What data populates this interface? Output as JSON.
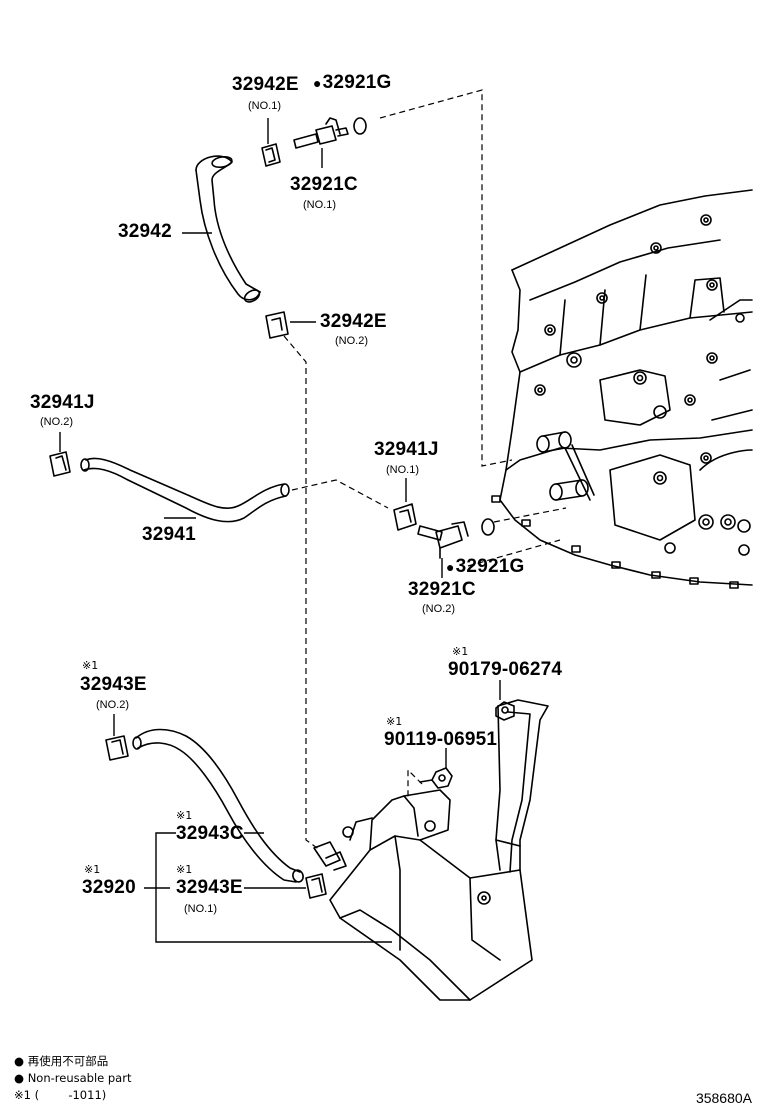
{
  "parts": {
    "p32942E_no1": {
      "code": "32942E",
      "sub": "(NO.1)"
    },
    "p32921G_top": {
      "code": "32921G",
      "nonreusable": true
    },
    "p32921C_no1": {
      "code": "32921C",
      "sub": "(NO.1)"
    },
    "p32942": {
      "code": "32942"
    },
    "p32942E_no2": {
      "code": "32942E",
      "sub": "(NO.2)"
    },
    "p32941J_no2": {
      "code": "32941J",
      "sub": "(NO.2)"
    },
    "p32941": {
      "code": "32941"
    },
    "p32941J_no1": {
      "code": "32941J",
      "sub": "(NO.1)"
    },
    "p32921G_bottom": {
      "code": "32921G",
      "nonreusable": true
    },
    "p32921C_no2": {
      "code": "32921C",
      "sub": "(NO.2)"
    },
    "p32943E_no2": {
      "code": "32943E",
      "sub": "(NO.2)",
      "mark": "※1"
    },
    "p90179": {
      "code": "90179-06274",
      "mark": "※1"
    },
    "p90119": {
      "code": "90119-06951",
      "mark": "※1"
    },
    "p32943C": {
      "code": "32943C",
      "mark": "※1"
    },
    "p32920": {
      "code": "32920",
      "mark": "※1"
    },
    "p32943E_no1": {
      "code": "32943E",
      "sub": "(NO.1)",
      "mark": "※1"
    }
  },
  "legend": {
    "line1": "再使用不可部品",
    "line2": "Non-reusable part",
    "line3": "※1 (        -1011)"
  },
  "diagram_code": "358680A"
}
